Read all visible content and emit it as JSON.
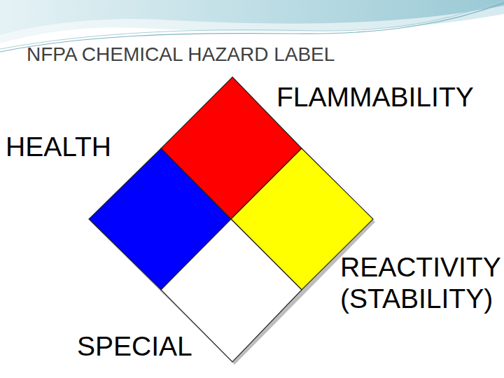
{
  "diagram": {
    "title": "NFPA CHEMICAL HAZARD LABEL",
    "labels": [
      "FLAMMABILITY",
      "HEALTH",
      "REACTIVITY (STABILITY)",
      "SPECIAL"
    ]
  }
}
